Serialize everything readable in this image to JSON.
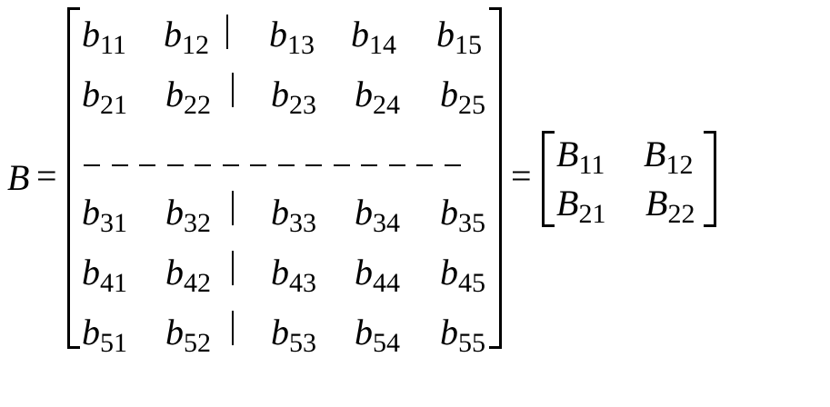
{
  "lhs_symbol": "B",
  "equals": "=",
  "matrix_b": [
    [
      {
        "base": "b",
        "sub": "11"
      },
      {
        "base": "b",
        "sub": "12"
      },
      {
        "base": "b",
        "sub": "13"
      },
      {
        "base": "b",
        "sub": "14"
      },
      {
        "base": "b",
        "sub": "15"
      }
    ],
    [
      {
        "base": "b",
        "sub": "21"
      },
      {
        "base": "b",
        "sub": "22"
      },
      {
        "base": "b",
        "sub": "23"
      },
      {
        "base": "b",
        "sub": "24"
      },
      {
        "base": "b",
        "sub": "25"
      }
    ],
    [
      {
        "base": "b",
        "sub": "31"
      },
      {
        "base": "b",
        "sub": "32"
      },
      {
        "base": "b",
        "sub": "33"
      },
      {
        "base": "b",
        "sub": "34"
      },
      {
        "base": "b",
        "sub": "35"
      }
    ],
    [
      {
        "base": "b",
        "sub": "41"
      },
      {
        "base": "b",
        "sub": "42"
      },
      {
        "base": "b",
        "sub": "43"
      },
      {
        "base": "b",
        "sub": "44"
      },
      {
        "base": "b",
        "sub": "45"
      }
    ],
    [
      {
        "base": "b",
        "sub": "51"
      },
      {
        "base": "b",
        "sub": "52"
      },
      {
        "base": "b",
        "sub": "53"
      },
      {
        "base": "b",
        "sub": "54"
      },
      {
        "base": "b",
        "sub": "55"
      }
    ]
  ],
  "block_matrix": [
    [
      {
        "base": "B",
        "sub": "11"
      },
      {
        "base": "B",
        "sub": "12"
      }
    ],
    [
      {
        "base": "B",
        "sub": "21"
      },
      {
        "base": "B",
        "sub": "22"
      }
    ]
  ]
}
